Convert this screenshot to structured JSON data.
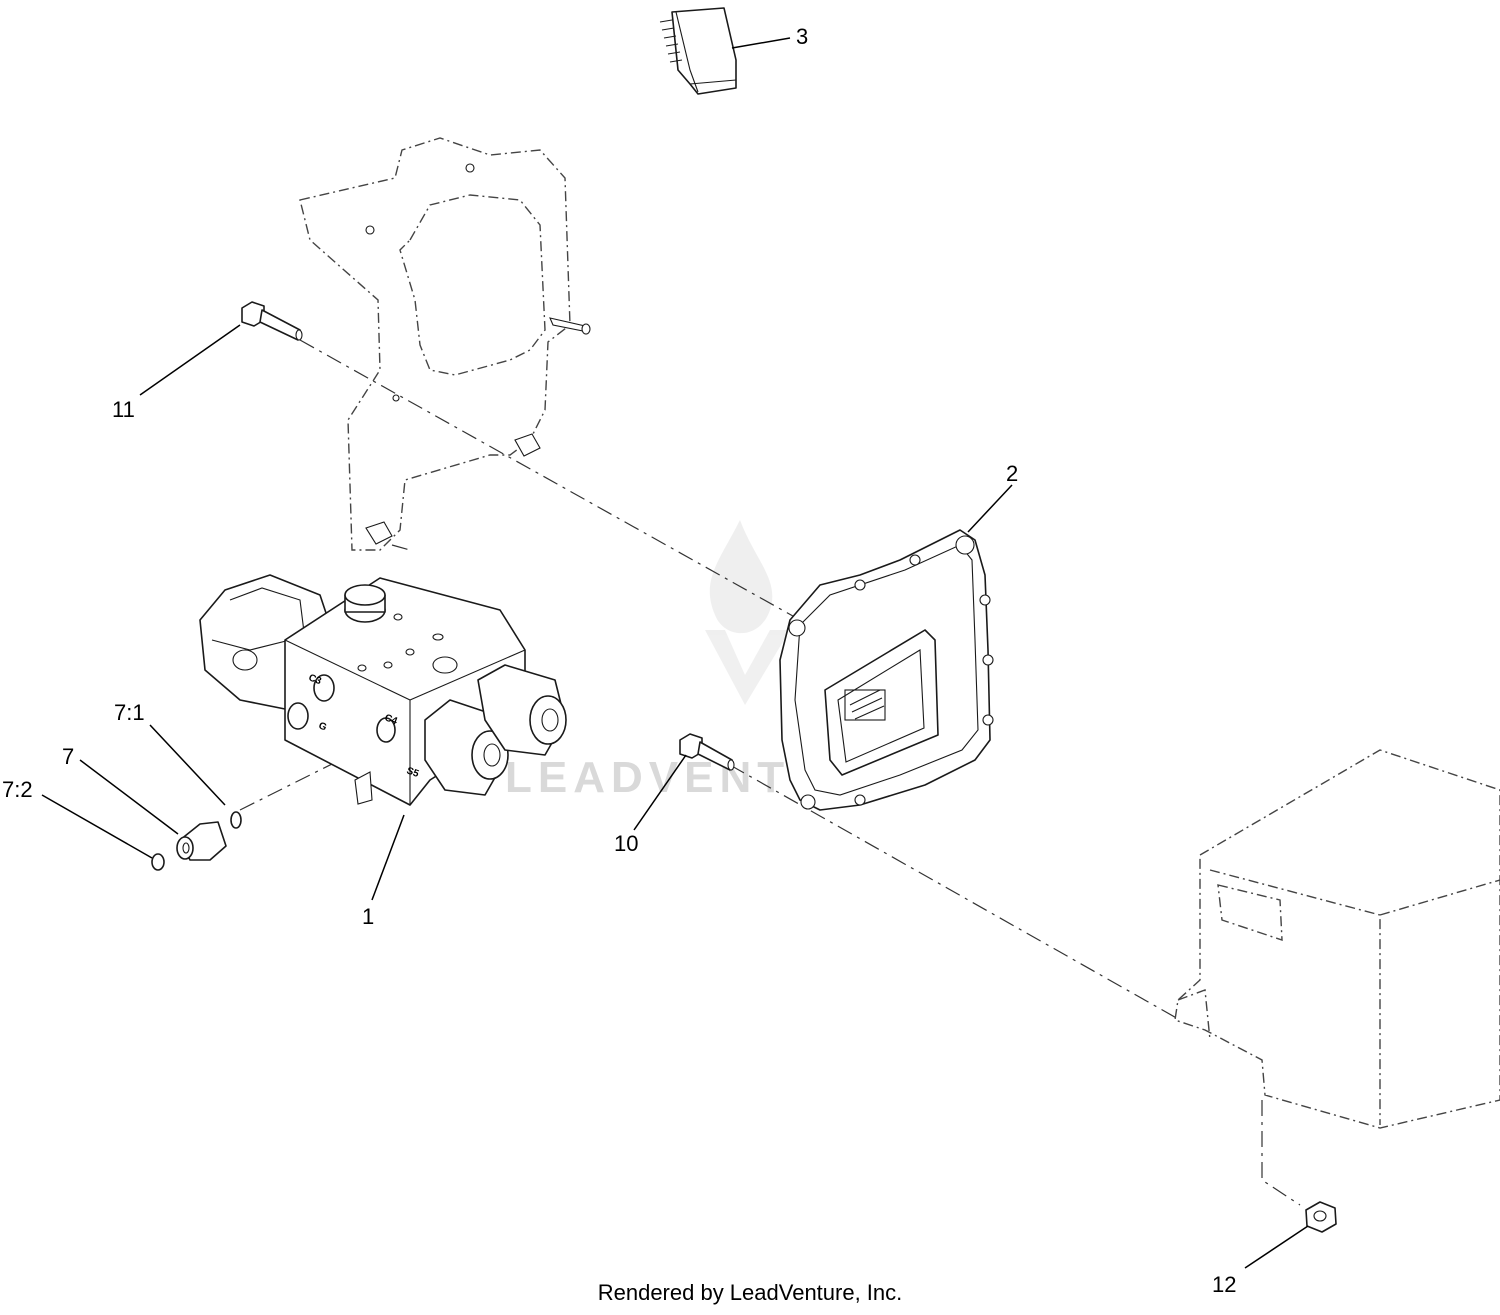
{
  "watermark": "LEADVENTURE",
  "footer": "Rendered by LeadVenture, Inc.",
  "callouts": [
    {
      "id": "3",
      "label": "3"
    },
    {
      "id": "11",
      "label": "11"
    },
    {
      "id": "2",
      "label": "2"
    },
    {
      "id": "7-1",
      "label": "7:1"
    },
    {
      "id": "7",
      "label": "7"
    },
    {
      "id": "7-2",
      "label": "7:2"
    },
    {
      "id": "10",
      "label": "10"
    },
    {
      "id": "1",
      "label": "1"
    },
    {
      "id": "12",
      "label": "12"
    }
  ],
  "valve_stamps": [
    "C3",
    "G",
    "C4",
    "S5"
  ]
}
